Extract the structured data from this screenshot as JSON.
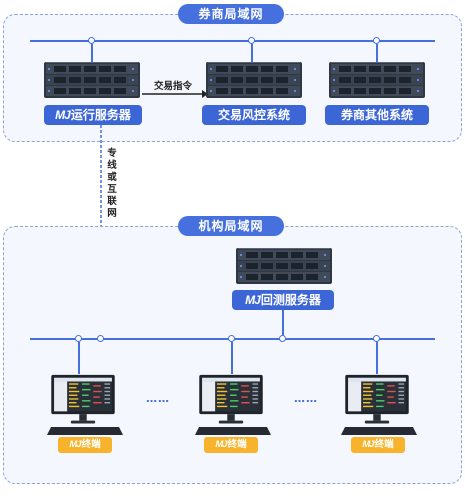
{
  "zones": {
    "broker_lan": "券商局域网",
    "institution_lan": "机构局域网"
  },
  "servers": {
    "run_server": "运行服务器",
    "trade_risk": "交易风控系统",
    "broker_other": "券商其他系统",
    "backtest_server": "回测服务器"
  },
  "logo_text": "MJ",
  "links": {
    "trade_order": "交易指令",
    "dedicated_line": "专线或互联网"
  },
  "terminals": {
    "label": "终端",
    "ellipsis": "……"
  },
  "colors": {
    "primary_blue": "#4570de",
    "label_blue": "#3c66d6",
    "terminal_orange": "#f7b32b",
    "zone_bg": "#f4f7fd"
  },
  "icons": [
    "rack-server-icon",
    "desktop-monitor-icon",
    "keyboard-icon",
    "mouse-icon"
  ]
}
